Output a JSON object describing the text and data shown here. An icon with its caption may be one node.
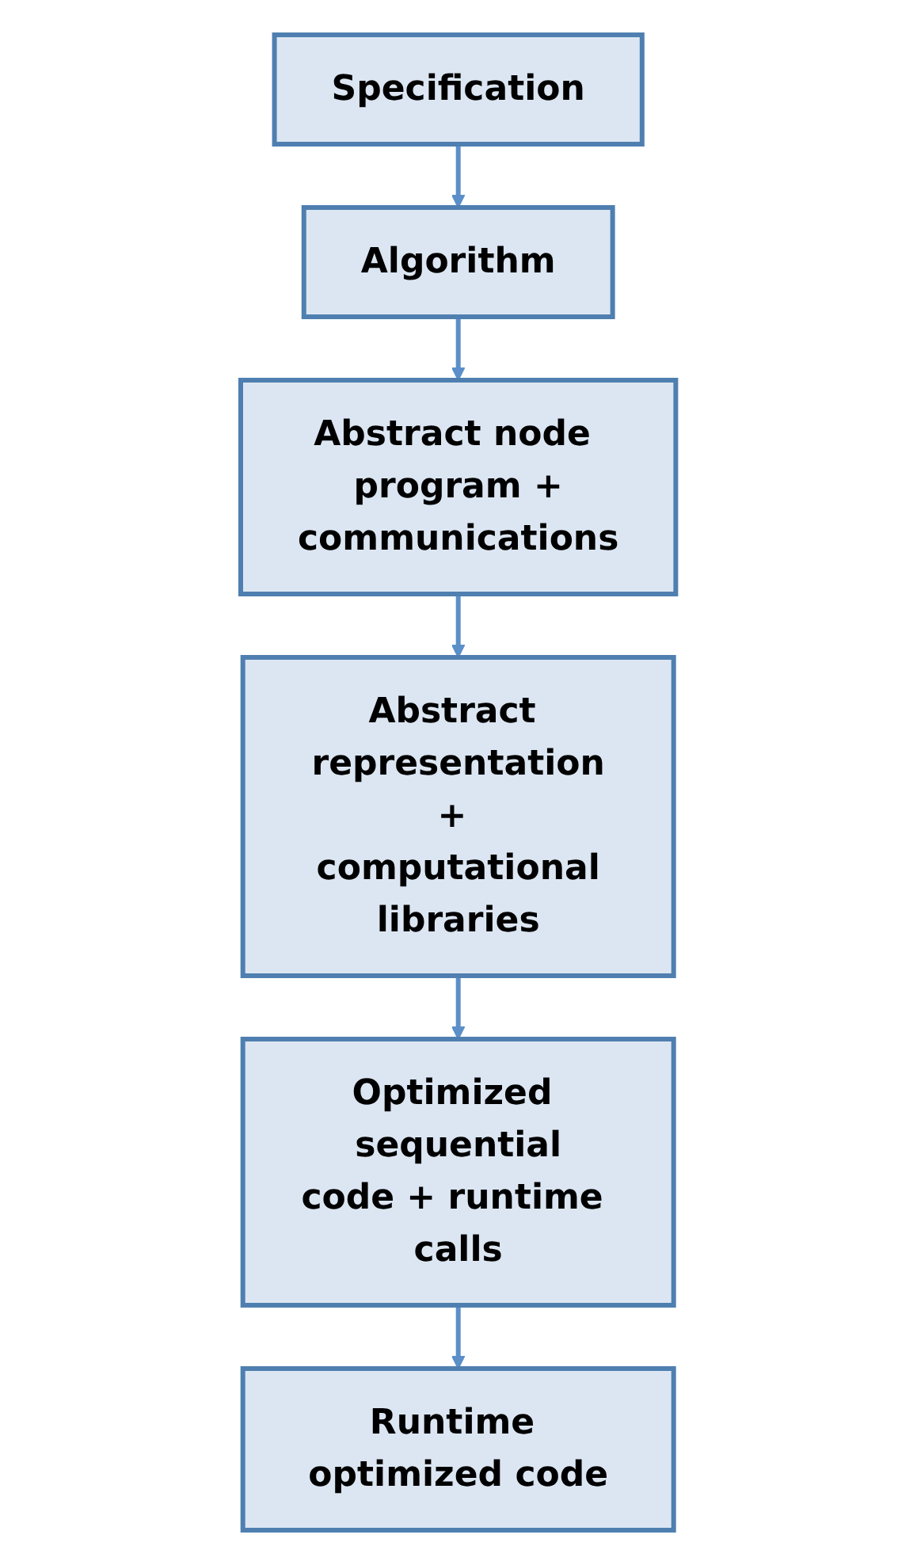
{
  "diagram": {
    "nodes": [
      {
        "text": [
          "Specification"
        ]
      },
      {
        "text": [
          "Algorithm"
        ]
      },
      {
        "text": [
          "Abstract node program + communications"
        ]
      },
      {
        "text": [
          "Abstract representation + computational libraries"
        ]
      },
      {
        "text": [
          "Optimized sequential code + runtime calls"
        ]
      },
      {
        "text": [
          "Runtime optimized code"
        ]
      }
    ],
    "edges": [
      {
        "from": 0,
        "to": 1,
        "arrow": "to"
      },
      {
        "from": 1,
        "to": 2,
        "arrow": "to"
      },
      {
        "from": 2,
        "to": 3,
        "arrow": "to"
      },
      {
        "from": 3,
        "to": 4,
        "arrow": "to"
      },
      {
        "from": 4,
        "to": 5,
        "arrow": "to"
      }
    ]
  }
}
